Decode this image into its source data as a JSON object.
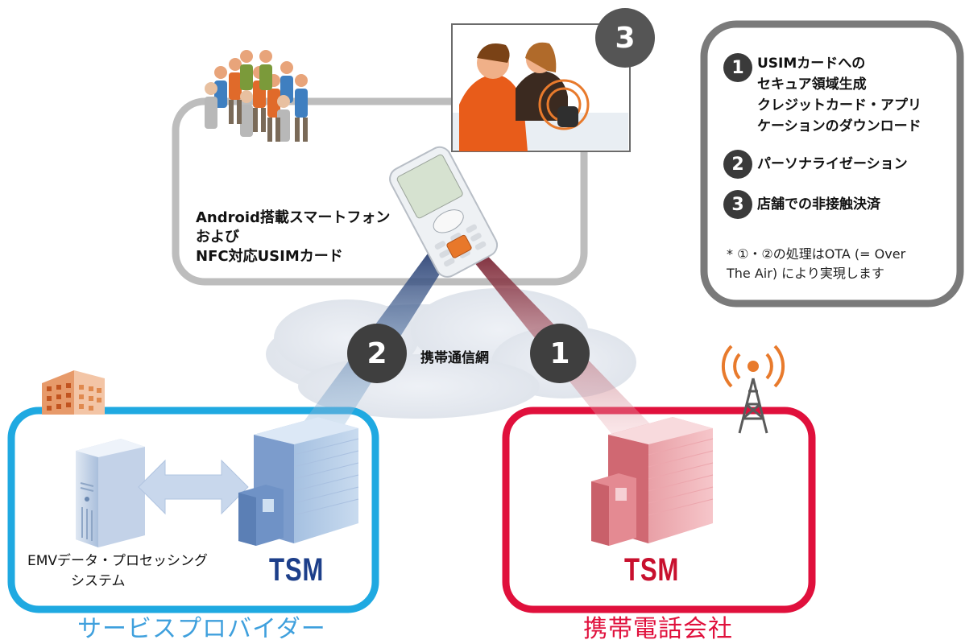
{
  "smartphone_label": {
    "line1": "Android搭載スマートフォン",
    "line2": "および",
    "line3": "NFC対応USIMカード"
  },
  "network_label": "携帯通信網",
  "legend": {
    "item1": {
      "num": "1",
      "line1": "USIMカードへの",
      "line2": "セキュア領域生成",
      "line3": "クレジットカード・アプリ",
      "line4": "ケーションのダウンロード"
    },
    "item2": {
      "num": "2",
      "text": "パーソナライゼーション"
    },
    "item3": {
      "num": "3",
      "text": "店舗での非接触決済"
    },
    "note_line1": "* ①・②の処理はOTA (= Over",
    "note_line2": "The Air) により実現します"
  },
  "badges": {
    "store": "3",
    "blue_beam": "2",
    "red_beam": "1"
  },
  "service_provider": {
    "server_label_line1": "EMVデータ・プロセッシング",
    "server_label_line2": "システム",
    "tsm": "TSM",
    "footer": "サービスプロバイダー",
    "color": "#1fa9e1"
  },
  "carrier": {
    "tsm": "TSM",
    "footer": "携帯電話会社",
    "color": "#e0103c"
  }
}
